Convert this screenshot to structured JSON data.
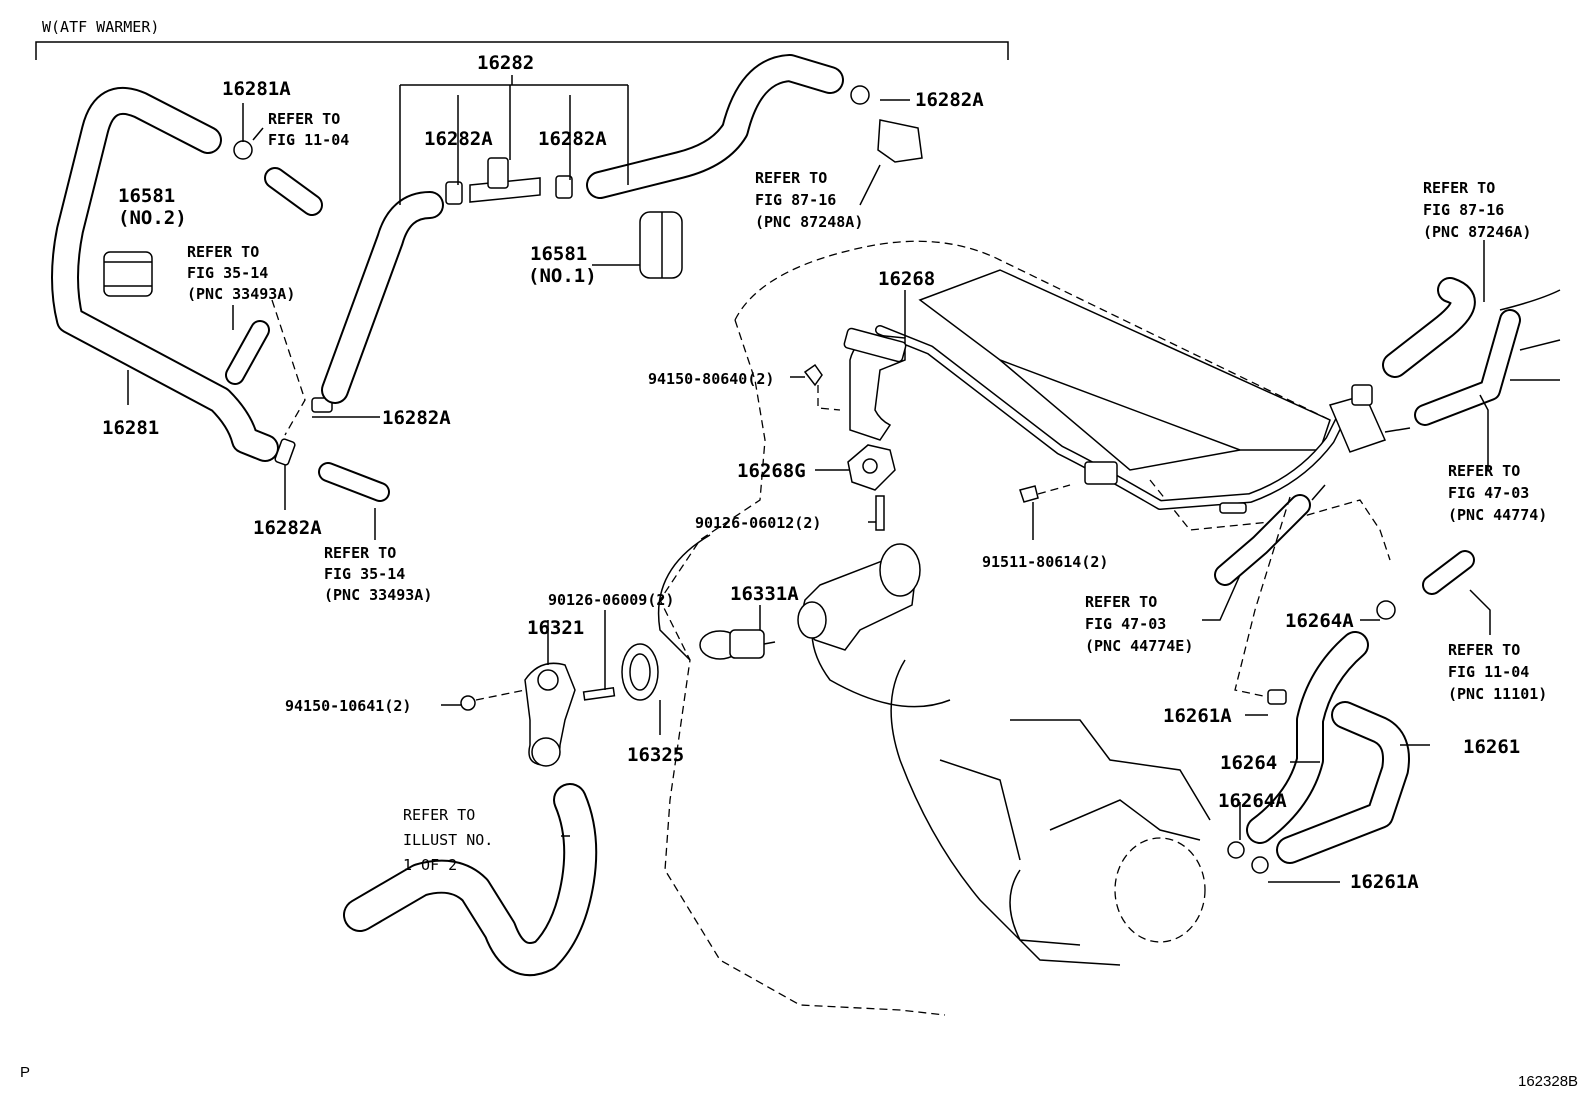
{
  "header": {
    "caption": "W(ATF WARMER)"
  },
  "footer": {
    "left_mark": "P",
    "figure_code": "162328B"
  },
  "labels": {
    "l16282": "16282",
    "l16281A": "16281A",
    "l16282A_top_right": "16282A",
    "l16282A_left": "16282A",
    "l16282A_right": "16282A",
    "l16581_no2": "16581",
    "l16581_no2_sub": "(NO.2)",
    "l16581_no1": "16581",
    "l16581_no1_sub": "(NO.1)",
    "l16281": "16281",
    "l16282A_mid": "16282A",
    "l16282A_bottom": "16282A",
    "l16268": "16268",
    "l94150_80640": "94150-80640(2)",
    "l16268G": "16268G",
    "l90126_06012": "90126-06012(2)",
    "l91511_80614": "91511-80614(2)",
    "l90126_06009": "90126-06009(2)",
    "l16331A": "16331A",
    "l16321": "16321",
    "l94150_10641": "94150-10641(2)",
    "l16325": "16325",
    "l16264A_top": "16264A",
    "l16261A_top": "16261A",
    "l16264": "16264",
    "l16261": "16261",
    "l16264A_bottom": "16264A",
    "l16261A_bottom": "16261A"
  },
  "refs": {
    "fig1104_top": [
      "REFER TO",
      "FIG 11-04"
    ],
    "fig3514_top": [
      "REFER TO",
      "FIG 35-14",
      "(PNC 33493A)"
    ],
    "fig3514_bottom": [
      "REFER TO",
      "FIG 35-14",
      "(PNC 33493A)"
    ],
    "fig8716_mid": [
      "REFER TO",
      "FIG 87-16",
      "(PNC 87248A)"
    ],
    "fig8716_right": [
      "REFER TO",
      "FIG 87-16",
      "(PNC 87246A)"
    ],
    "fig4703_right": [
      "REFER TO",
      "FIG 47-03",
      "(PNC 44774)"
    ],
    "fig4703_mid": [
      "REFER TO",
      "FIG 47-03",
      "(PNC 44774E)"
    ],
    "fig1104_right": [
      "REFER TO",
      "FIG 11-04",
      "(PNC 11101)"
    ],
    "illust": [
      "REFER TO",
      "ILLUST NO.",
      "1 OF 2"
    ]
  }
}
